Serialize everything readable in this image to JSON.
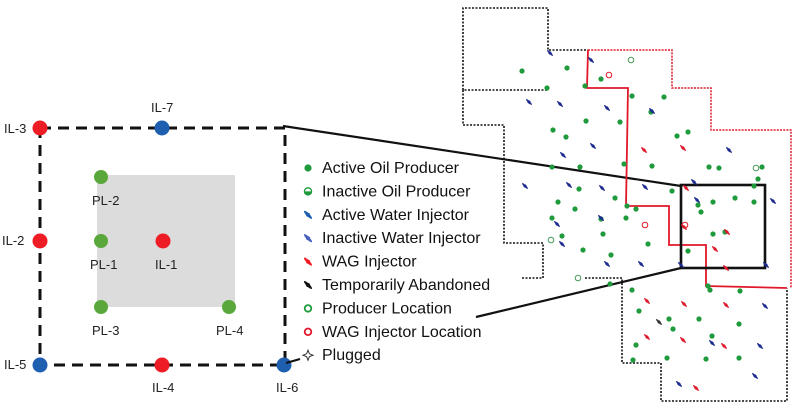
{
  "colors": {
    "producer": "#3fa63a",
    "injector_red": "#ee1c25",
    "injector_blue": "#1f5fb0",
    "pattern_fill": "#dcdcdc",
    "map_green": "#1f9a3c",
    "map_blue": "#1b2a8f",
    "map_red": "#e0182a",
    "boundary_red": "#e0182a",
    "boundary_black": "#111111"
  },
  "pattern": {
    "injectors": [
      {
        "id": "IL-1",
        "color": "red"
      },
      {
        "id": "IL-2",
        "color": "red"
      },
      {
        "id": "IL-3",
        "color": "red"
      },
      {
        "id": "IL-4",
        "color": "red"
      },
      {
        "id": "IL-5",
        "color": "blue"
      },
      {
        "id": "IL-6",
        "color": "blue"
      },
      {
        "id": "IL-7",
        "color": "blue"
      }
    ],
    "producers": [
      {
        "id": "PL-1"
      },
      {
        "id": "PL-2"
      },
      {
        "id": "PL-3"
      },
      {
        "id": "PL-4"
      }
    ]
  },
  "legend": {
    "items": [
      {
        "key": "active-oil-producer",
        "label": "Active Oil Producer"
      },
      {
        "key": "inactive-oil-producer",
        "label": "Inactive Oil Producer"
      },
      {
        "key": "active-water-injector",
        "label": "Active Water Injector"
      },
      {
        "key": "inactive-water-injector",
        "label": "Inactive Water Injector"
      },
      {
        "key": "wag-injector",
        "label": "WAG Injector"
      },
      {
        "key": "temporarily-abandoned",
        "label": "Temporarily Abandoned"
      },
      {
        "key": "producer-location",
        "label": "Producer Location"
      },
      {
        "key": "wag-injector-location",
        "label": "WAG Injector Location"
      },
      {
        "key": "plugged",
        "label": "Plugged"
      }
    ]
  },
  "field_map": {
    "wells": {
      "active_producers": 62,
      "water_injectors": 26,
      "wag_injectors": 14,
      "temporarily_abandoned": 1,
      "producer_locations": 4,
      "wag_injector_locations": 3
    }
  }
}
